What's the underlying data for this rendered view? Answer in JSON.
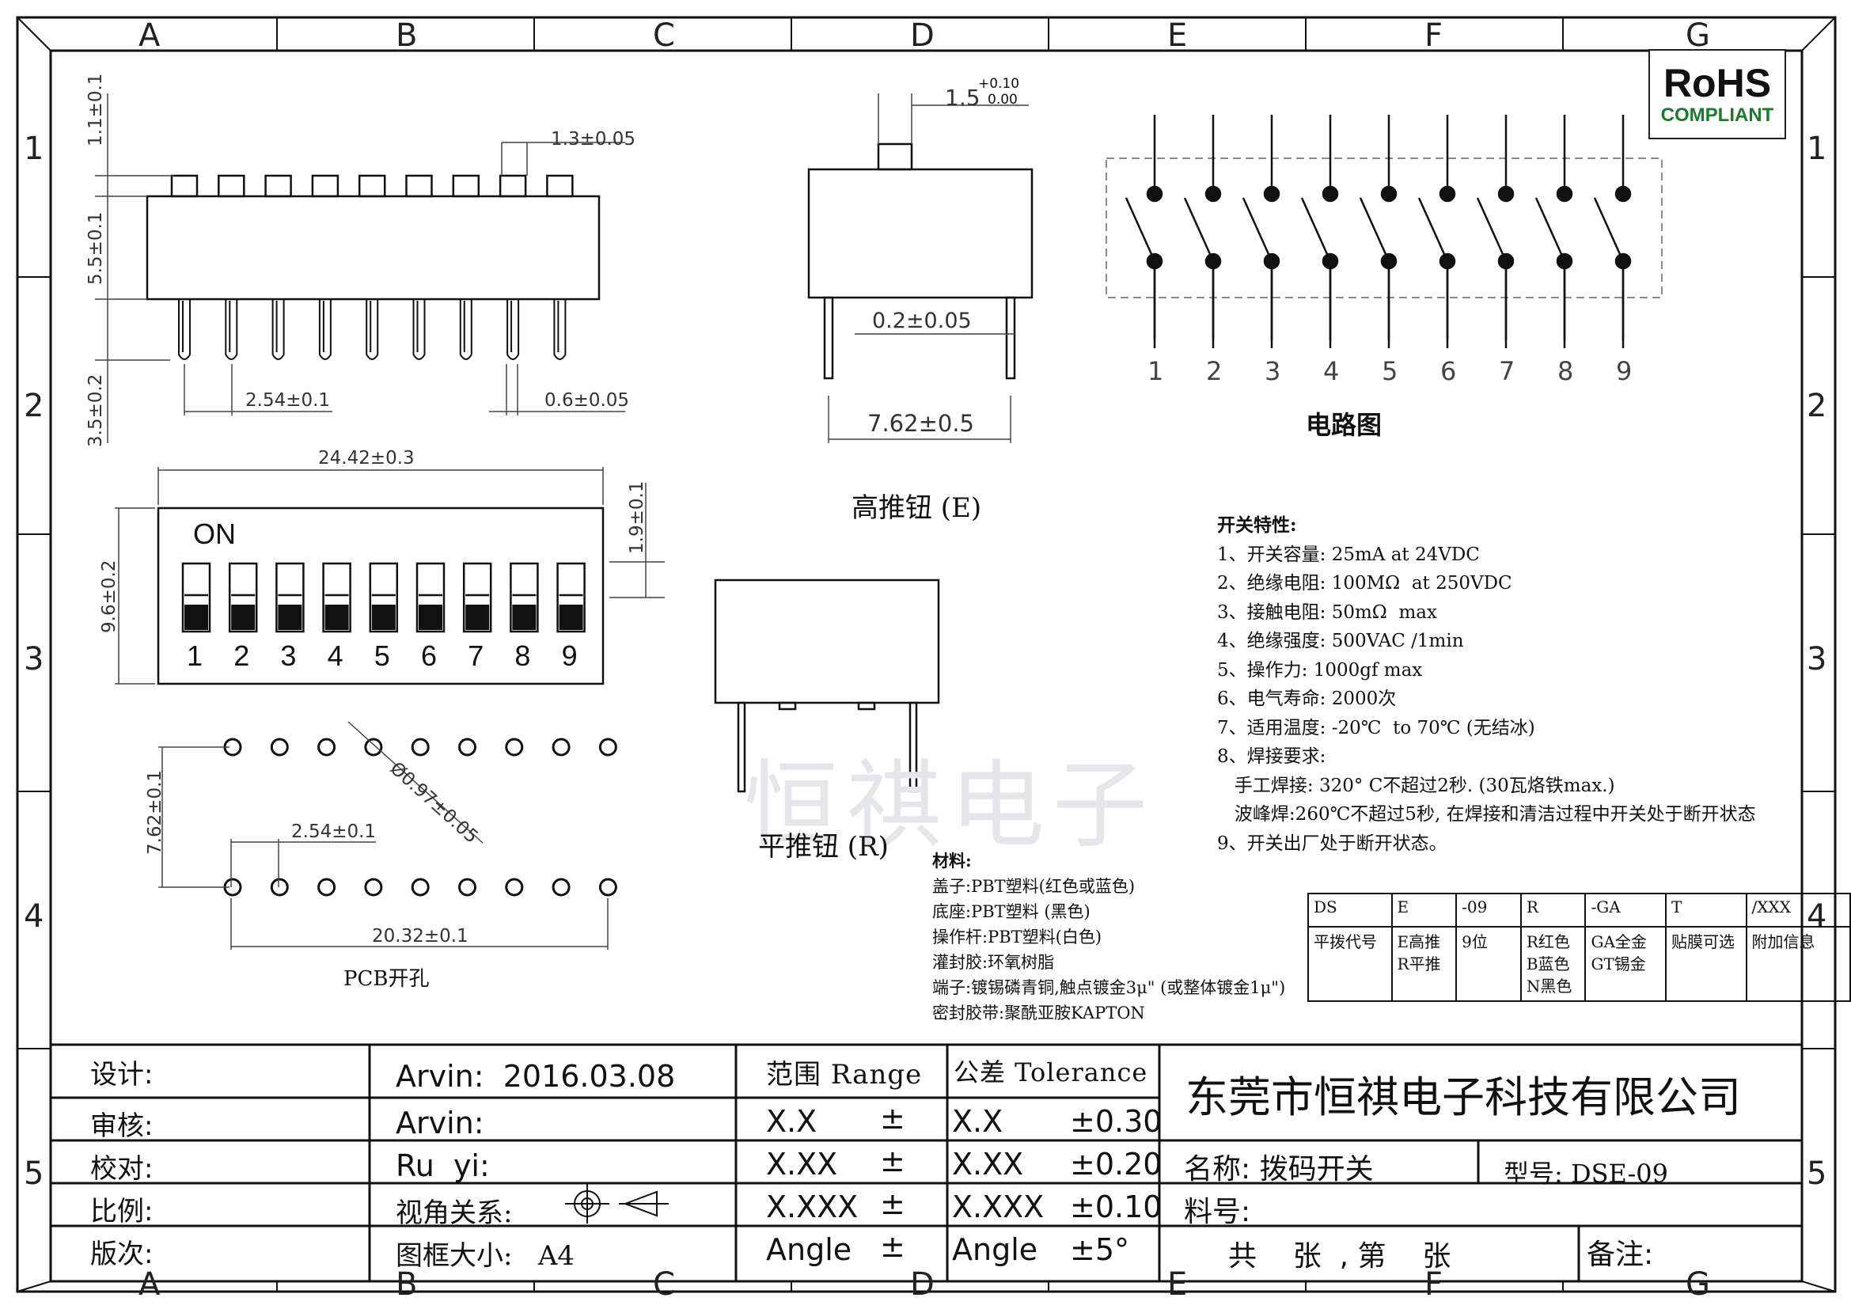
{
  "grid": {
    "cols": [
      "A",
      "B",
      "C",
      "D",
      "E",
      "F",
      "G"
    ],
    "rows": [
      "1",
      "2",
      "3",
      "4",
      "5"
    ]
  },
  "badge": {
    "main": "RoHS",
    "sub": "COMPLIANT",
    "color": "#1c7a2d"
  },
  "views": {
    "front": {
      "dims": [
        "1.1±0.1",
        "1.3±0.05",
        "5.5±0.1",
        "3.5±0.2",
        "2.54±0.1",
        "0.6±0.05"
      ]
    },
    "side_high": {
      "dims": {
        "width": "1.5",
        "tol_plus": "+0.10",
        "tol_minus": "0.00",
        "pin": "0.2±0.05",
        "span": "7.62±0.5"
      },
      "caption": "高推钮 (E)"
    },
    "side_flat": {
      "caption": "平推钮 (R)"
    },
    "top": {
      "dims": [
        "24.42±0.3",
        "9.6±0.2",
        "1.9±0.1"
      ],
      "on_label": "ON",
      "numbers": [
        "1",
        "2",
        "3",
        "4",
        "5",
        "6",
        "7",
        "8",
        "9"
      ]
    },
    "pcb": {
      "dims": [
        "7.62±0.1",
        "2.54±0.1",
        "Ø0.97±0.05",
        "20.32±0.1"
      ],
      "caption": "PCB开孔"
    },
    "circuit": {
      "numbers": [
        "1",
        "2",
        "3",
        "4",
        "5",
        "6",
        "7",
        "8",
        "9"
      ],
      "caption": "电路图"
    }
  },
  "watermark": "恒祺电子",
  "specs": {
    "title": "开关特性:",
    "lines": [
      "1、开关容量: 25mA at 24VDC",
      "2、绝缘电阻: 100MΩ  at 250VDC",
      "3、接触电阻: 50mΩ  max",
      "4、绝缘强度: 500VAC /1min",
      "5、操作力: 1000gf max",
      "6、电气寿命: 2000次",
      "7、适用温度: -20℃  to 70℃ (无结冰)",
      "8、焊接要求:",
      "   手工焊接: 320° C不超过2秒. (30瓦烙铁max.)",
      "   波峰焊:260℃不超过5秒, 在焊接和清洁过程中开关处于断开状态",
      "9、开关出厂处于断开状态。"
    ]
  },
  "materials": {
    "title": "材料:",
    "lines": [
      "盖子:PBT塑料(红色或蓝色)",
      "底座:PBT塑料 (黑色)",
      "操作杆:PBT塑料(白色)",
      "灌封胶:环氧树脂",
      "端子:镀锡磷青铜,触点镀金3μ\" (或整体镀金1μ\")",
      "密封胶带:聚酰亚胺KAPTON"
    ]
  },
  "code_table": {
    "headers": [
      "DS",
      "E",
      "-09",
      "R",
      "-GA",
      "T",
      "/XXX"
    ],
    "descriptions": [
      "平拨代号",
      "E高推\nR平推",
      "9位",
      "R红色\nB蓝色\nN黑色",
      "GA全金\nGT锡金",
      "贴膜可选",
      "附加信息"
    ]
  },
  "title_block": {
    "labels": [
      "设计:",
      "审核:",
      "校对:",
      "比例:",
      "版次:"
    ],
    "values": [
      "Arvin:  2016.03.08",
      "Arvin:",
      "Ru  yi:",
      "视角关系:",
      "图框大小:   A4"
    ],
    "range_header": "范围 Range",
    "tolerance_header": "公差 Tolerance",
    "range_rows": [
      {
        "label": "X.X",
        "sign": "±"
      },
      {
        "label": "X.XX",
        "sign": "±"
      },
      {
        "label": "X.XXX",
        "sign": "±"
      },
      {
        "label": "Angle",
        "sign": "±"
      }
    ],
    "tolerance_rows": [
      {
        "label": "X.X",
        "value": "±0.30"
      },
      {
        "label": "X.XX",
        "value": "±0.20"
      },
      {
        "label": "X.XXX",
        "value": "±0.10"
      },
      {
        "label": "Angle",
        "value": "±5°"
      }
    ],
    "company": "东莞市恒祺电子科技有限公司",
    "name_field": "名称: 拨码开关",
    "model_field": "型号: DSE-09",
    "part_field": "料号:",
    "sheet_field": "共    张  , 第    张",
    "remark_field": "备注:"
  }
}
